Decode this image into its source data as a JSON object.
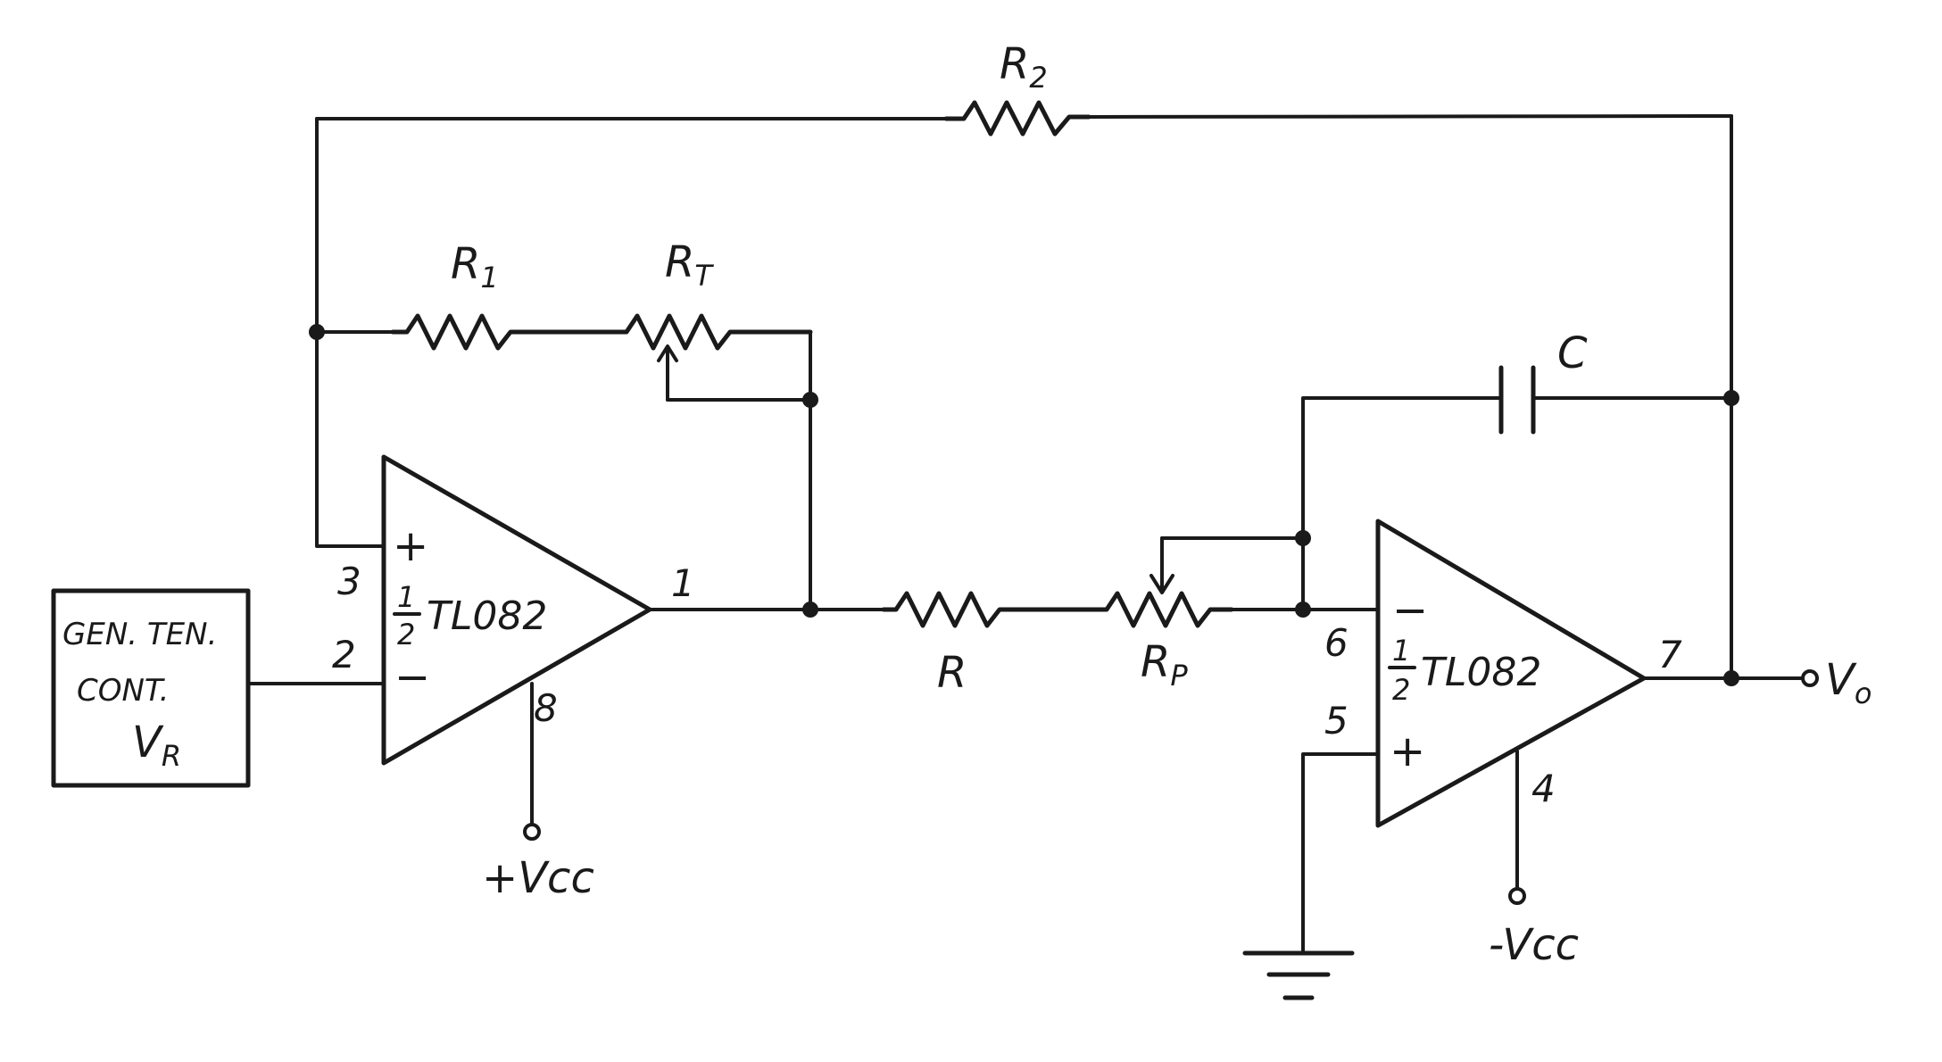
{
  "components": {
    "r2": {
      "name": "R",
      "sub": "2"
    },
    "r1": {
      "name": "R",
      "sub": "1"
    },
    "rt": {
      "name": "R",
      "sub": "T"
    },
    "c": {
      "name": "C"
    },
    "r": {
      "name": "R"
    },
    "rp": {
      "name": "R",
      "sub": "P"
    }
  },
  "opamp1": {
    "label": "TL082",
    "fraction_num": "1",
    "fraction_den": "2",
    "plus_sign": "+",
    "minus_sign": "−",
    "pins": {
      "noninv": "3",
      "inv": "2",
      "out": "1",
      "supply": "8"
    }
  },
  "opamp2": {
    "label": "TL082",
    "fraction_num": "1",
    "fraction_den": "2",
    "plus_sign": "+",
    "minus_sign": "−",
    "pins": {
      "inv": "6",
      "noninv": "5",
      "out": "7",
      "supply": "4"
    }
  },
  "source_box": {
    "line1": "GEN. TEN.",
    "line2": "CONT.",
    "vr_name": "V",
    "vr_sub": "R"
  },
  "supplies": {
    "pos": "+Vcc",
    "neg": "-Vcc"
  },
  "output": {
    "name": "V",
    "sub": "o"
  },
  "ground_symbol": "="
}
